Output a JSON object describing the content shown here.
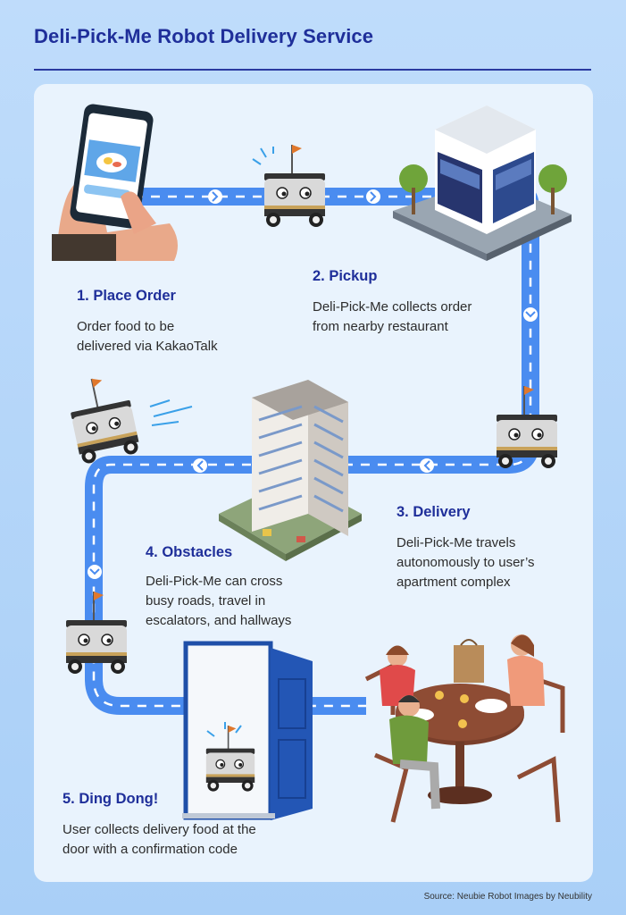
{
  "title": "Deli-Pick-Me Robot Delivery Service",
  "steps": [
    {
      "title": "1. Place Order",
      "description_lines": [
        "Order food to be",
        "delivered via KakaoTalk"
      ]
    },
    {
      "title": "2. Pickup",
      "description_lines": [
        "Deli-Pick-Me collects order",
        "from nearby restaurant"
      ]
    },
    {
      "title": "3. Delivery",
      "description_lines": [
        "Deli-Pick-Me travels",
        "autonomously to user’s",
        "apartment complex"
      ]
    },
    {
      "title": "4. Obstacles",
      "description_lines": [
        "Deli-Pick-Me can cross",
        "busy roads, travel in",
        "escalators, and hallways"
      ]
    },
    {
      "title": "5. Ding Dong!",
      "description_lines": [
        "User collects delivery food at the",
        "door with a confirmation code"
      ]
    }
  ],
  "source": "Source: Neubie Robot Images by Neubility",
  "colors": {
    "accent": "#1f2f9a",
    "path": "#4a8cf0",
    "background": "#bcdcfb",
    "panel": "#e9f3fd"
  },
  "icons": [
    "smartphone-icon",
    "robot-icon",
    "restaurant-icon",
    "apartment-icon",
    "door-icon",
    "dining-table-icon",
    "chevron-right-icon",
    "chevron-left-icon",
    "chevron-down-icon"
  ]
}
